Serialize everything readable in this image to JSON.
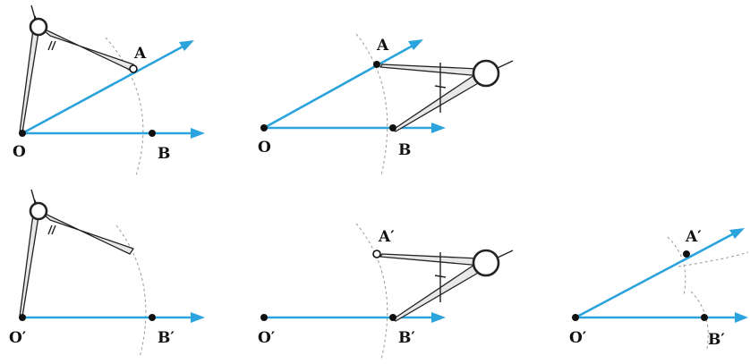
{
  "labels": {
    "o": "O",
    "a": "A",
    "b": "B",
    "o_prime": "O′",
    "a_prime": "A′",
    "b_prime": "B′"
  },
  "panels": [
    {
      "id": "top-left",
      "points": [
        "O",
        "A",
        "B"
      ],
      "rays": [
        "OA",
        "OB"
      ],
      "compass": "at-origin"
    },
    {
      "id": "top-middle",
      "points": [
        "O",
        "A",
        "B"
      ],
      "rays": [
        "OA",
        "OB"
      ],
      "compass": "measuring-AB"
    },
    {
      "id": "bottom-left",
      "points": [
        "O′",
        "B′"
      ],
      "rays": [
        "O′B′"
      ],
      "compass": "at-origin"
    },
    {
      "id": "bottom-middle",
      "points": [
        "O′",
        "A′",
        "B′"
      ],
      "rays": [
        "O′B′"
      ],
      "compass": "transferring-AB"
    },
    {
      "id": "bottom-right",
      "points": [
        "O′",
        "A′",
        "B′"
      ],
      "rays": [
        "O′A′",
        "O′B′"
      ],
      "compass": "none"
    }
  ],
  "colors": {
    "ray": "#2ba3dc",
    "arc": "#9a9a9a",
    "ink": "#111111"
  }
}
